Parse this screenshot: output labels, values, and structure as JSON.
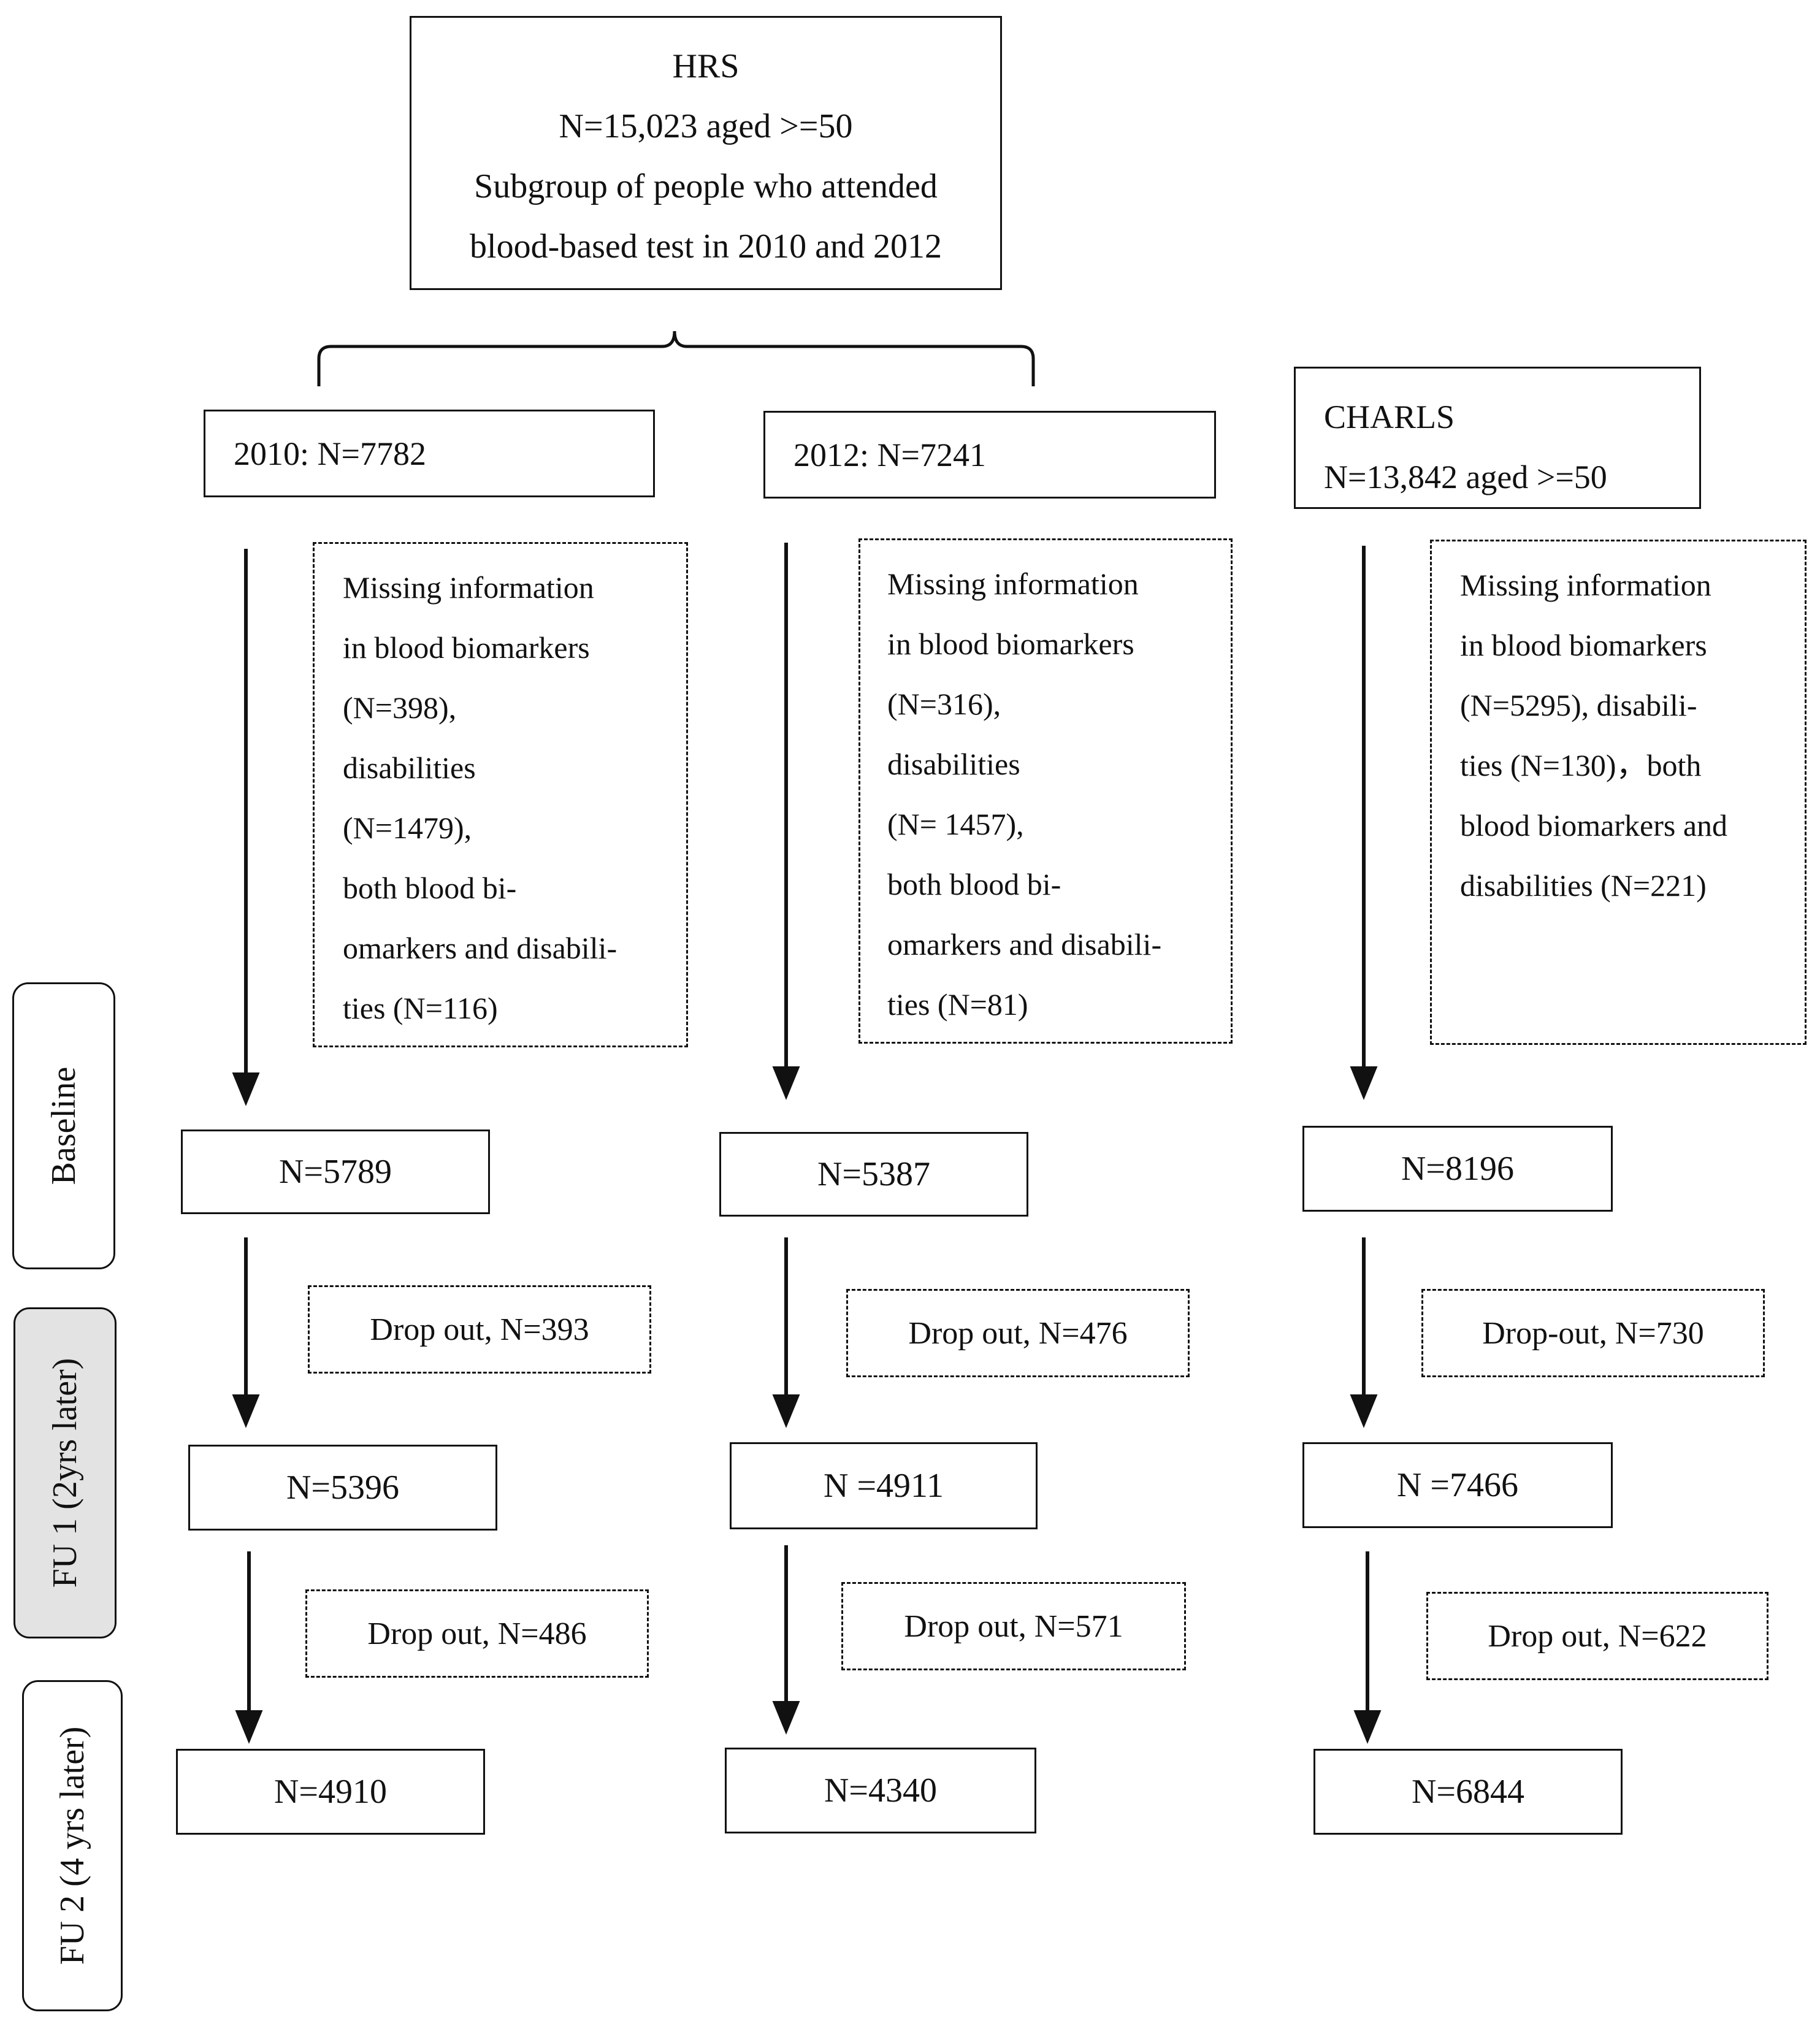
{
  "hrs": {
    "title": "HRS",
    "n": "N=15,023 aged >=50",
    "desc_line1": "Subgroup of people who attended",
    "desc_line2": "blood-based test in 2010 and 2012"
  },
  "cohort_2010": {
    "label": "2010: N=7782",
    "missing": [
      "Missing information",
      "in blood biomarkers",
      "(N=398),",
      "disabilities",
      "(N=1479),",
      "both blood bi-",
      "omarkers and disabili-",
      "ties (N=116)"
    ],
    "baseline": "N=5789",
    "dropout_1": "Drop out, N=393",
    "fu1": "N=5396",
    "dropout_2": "Drop out, N=486",
    "fu2": "N=4910"
  },
  "cohort_2012": {
    "label": "2012: N=7241",
    "missing": [
      "Missing information",
      "in blood biomarkers",
      "(N=316),",
      "disabilities",
      "(N= 1457),",
      "both blood bi-",
      "omarkers and disabili-",
      "ties (N=81)"
    ],
    "baseline": "N=5387",
    "dropout_1": "Drop out, N=476",
    "fu1": "N =4911",
    "dropout_2": "Drop out, N=571",
    "fu2": "N=4340"
  },
  "charls": {
    "title": "CHARLS",
    "n": "N=13,842 aged >=50",
    "missing": [
      "Missing information",
      "in blood biomarkers",
      "(N=5295),    disabili-",
      "ties (N=130)，both",
      "blood biomarkers and",
      "disabilities (N=221)"
    ],
    "baseline": "N=8196",
    "dropout_1": "Drop-out, N=730",
    "fu1": "N =7466",
    "dropout_2": "Drop out, N=622",
    "fu2": "N=6844"
  },
  "stages": {
    "baseline": "Baseline",
    "fu1": "FU 1 (2yrs later)",
    "fu2": "FU 2 (4 yrs later)"
  }
}
